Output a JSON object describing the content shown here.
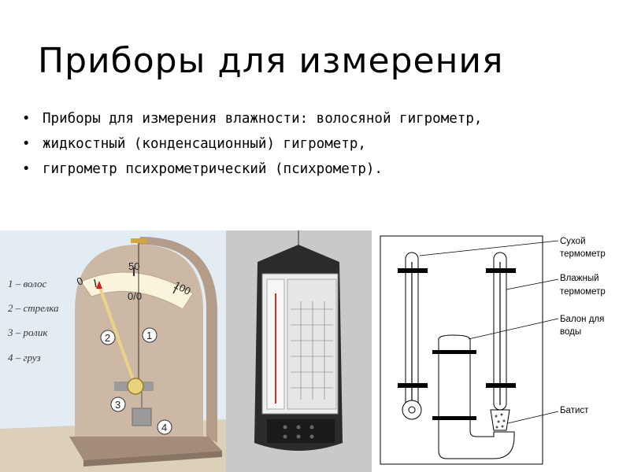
{
  "slide": {
    "title": "Приборы для измерения",
    "bullets": [
      "Приборы для измерения влажности: волосяной гигрометр,",
      "жидкостный (конденсационный) гигрометр,",
      "гигрометр психрометрический (психрометр)."
    ]
  },
  "hair_hygrometer": {
    "legend": [
      "1 – волос",
      "2 – стрелка",
      "3 – ролик",
      "4 – груз"
    ],
    "scale_labels": [
      "0",
      "50",
      "100"
    ],
    "unit": "0/0",
    "callouts": [
      "1",
      "2",
      "3",
      "4"
    ]
  },
  "psychrometer_diagram": {
    "labels": {
      "dry": [
        "Сухой",
        "термометр"
      ],
      "wet": [
        "Влажный",
        "термометр"
      ],
      "bulb": [
        "Балон для",
        "воды"
      ],
      "batiste": "Батист"
    }
  },
  "colors": {
    "plaque": "#cdb8a6",
    "scale": "#fbf4dc",
    "pointer_tip": "#d32020",
    "device_body": "#2b2b2b"
  }
}
